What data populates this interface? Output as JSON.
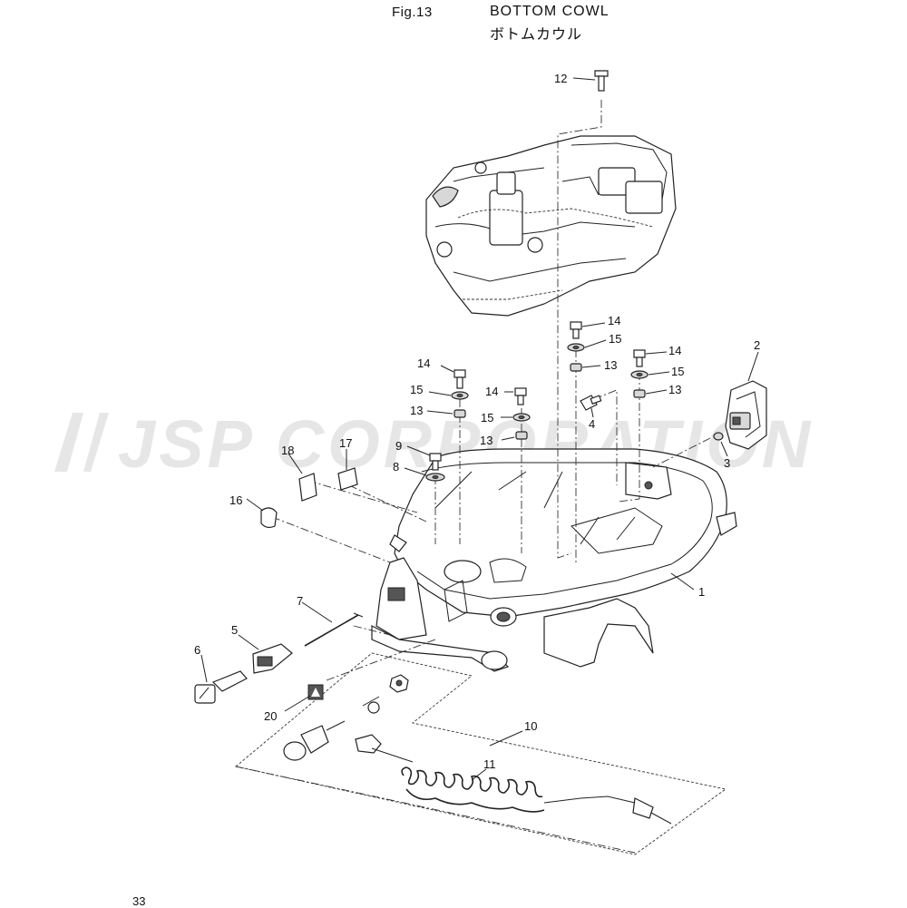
{
  "header": {
    "figure": "Fig.13",
    "title_en": "BOTTOM COWL",
    "title_jp": "ボトムカウル"
  },
  "watermark": "JSP CORPORATION",
  "page_number": "33",
  "callouts": [
    {
      "id": "c12",
      "label": "12"
    },
    {
      "id": "c14a",
      "label": "14"
    },
    {
      "id": "c15a",
      "label": "15"
    },
    {
      "id": "c13a",
      "label": "13"
    },
    {
      "id": "c14b",
      "label": "14"
    },
    {
      "id": "c15b",
      "label": "15"
    },
    {
      "id": "c13b",
      "label": "13"
    },
    {
      "id": "c14c",
      "label": "14"
    },
    {
      "id": "c15c",
      "label": "15"
    },
    {
      "id": "c13c",
      "label": "13"
    },
    {
      "id": "c14d",
      "label": "14"
    },
    {
      "id": "c15d",
      "label": "15"
    },
    {
      "id": "c13d",
      "label": "13"
    },
    {
      "id": "c2",
      "label": "2"
    },
    {
      "id": "c3",
      "label": "3"
    },
    {
      "id": "c4",
      "label": "4"
    },
    {
      "id": "c9",
      "label": "9"
    },
    {
      "id": "c8",
      "label": "8"
    },
    {
      "id": "c18",
      "label": "18"
    },
    {
      "id": "c17",
      "label": "17"
    },
    {
      "id": "c16",
      "label": "16"
    },
    {
      "id": "c1",
      "label": "1"
    },
    {
      "id": "c7",
      "label": "7"
    },
    {
      "id": "c5",
      "label": "5"
    },
    {
      "id": "c6",
      "label": "6"
    },
    {
      "id": "c20",
      "label": "20"
    },
    {
      "id": "c10",
      "label": "10"
    },
    {
      "id": "c11",
      "label": "11"
    }
  ]
}
